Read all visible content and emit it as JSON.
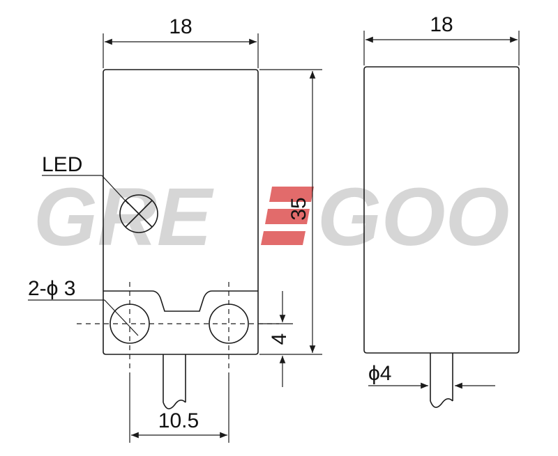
{
  "watermark": {
    "left": "GRE",
    "right": "GOO",
    "accent_color": "#e26b6b",
    "gray_color": "#d6d6d6"
  },
  "front_view": {
    "width_label": "18",
    "height_label": "35",
    "led_label": "LED",
    "holes_label": "2-ϕ 3",
    "hole_offset_label": "4",
    "hole_spacing_label": "10.5"
  },
  "side_view": {
    "width_label": "18",
    "cable_diameter_label": "ϕ4"
  },
  "colors": {
    "line": "#1a1a1a",
    "background": "#ffffff"
  }
}
